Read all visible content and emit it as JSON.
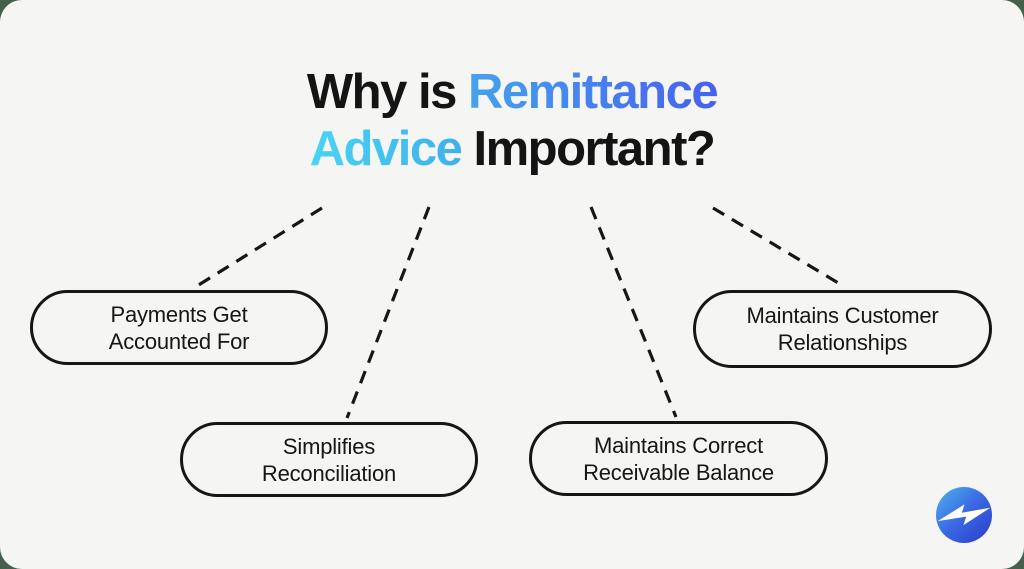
{
  "page": {
    "card_background": "#f5f5f3",
    "outer_background": "#46604c"
  },
  "title": {
    "prefix": "Why is ",
    "highlight_line1": "Remittance",
    "highlight_line2": "Advice",
    "suffix": " Important?",
    "text_color": "#141414",
    "gradient_start": "#49d4f3",
    "gradient_end": "#4660f0"
  },
  "boxes": [
    {
      "id": "payments-accounted",
      "line1": "Payments Get",
      "line2": "Accounted For"
    },
    {
      "id": "simplifies-reconciliation",
      "line1": "Simplifies",
      "line2": "Reconciliation"
    },
    {
      "id": "receivable-balance",
      "line1": "Maintains Correct",
      "line2": "Receivable Balance"
    },
    {
      "id": "customer-relationships",
      "line1": "Maintains Customer",
      "line2": "Relationships"
    }
  ],
  "connectors": {
    "style": "dashed",
    "color": "#161616"
  },
  "logo": {
    "shape": "flash-bolt-in-circle",
    "circle_gradient": [
      "#4fb5ee",
      "#2b3dc8"
    ],
    "flash_color": "#ffffff"
  }
}
